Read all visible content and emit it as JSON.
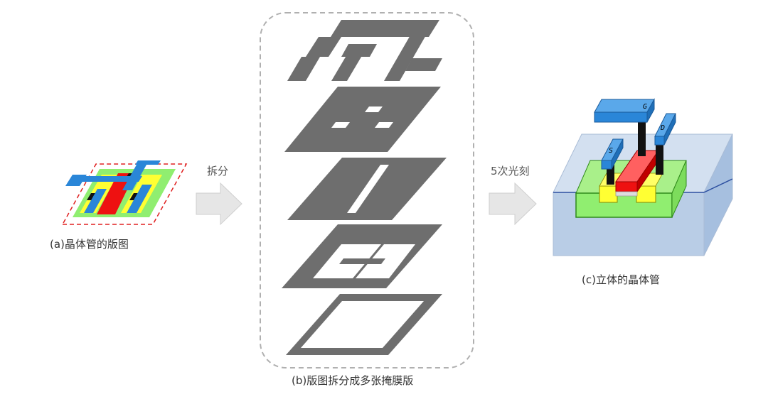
{
  "layout_panel": {
    "caption": "(a)晶体管的版图"
  },
  "masks_panel": {
    "caption": "(b)版图拆分成多张掩膜版",
    "mask_count": 5
  },
  "device_panel": {
    "caption": "(c)立体的晶体管",
    "terminal_labels": {
      "gate": "G",
      "drain": "D",
      "source": "S"
    }
  },
  "arrows": {
    "split_label": "拆分",
    "litho_label": "5次光刻"
  },
  "colors": {
    "mask_gray": "#6e6e6e",
    "green": "#90ee70",
    "yellow": "#ffff33",
    "red": "#ee1111",
    "blue": "#2a86d8",
    "black": "#111111",
    "substrate": "#b9cde6",
    "arrow_fill": "#e6e6e6",
    "dashed_red": "#e02020"
  }
}
